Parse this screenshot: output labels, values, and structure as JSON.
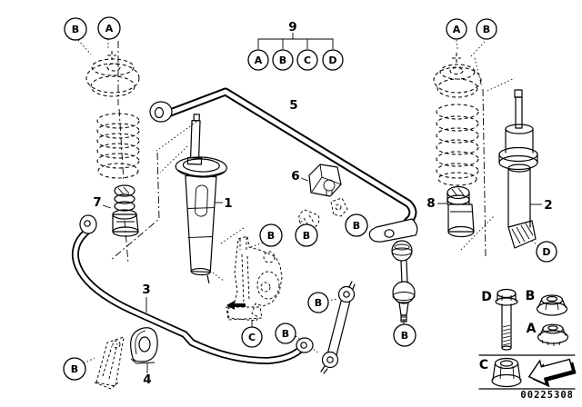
{
  "doc_number": "00225308",
  "colors": {
    "ink": "#000000",
    "paper": "#ffffff"
  },
  "part_labels": {
    "strut": "1",
    "shock": "2",
    "stab_front": "3",
    "clamp": "4",
    "stab_rear": "5",
    "bushing": "6",
    "bump_front": "7",
    "bump_rear": "8",
    "mount_kit": "9"
  },
  "callouts": {
    "tl_b": "B",
    "tl_a": "A",
    "kit_a": "A",
    "kit_b": "B",
    "kit_c": "C",
    "kit_d": "D",
    "tr_a": "A",
    "tr_b": "B",
    "knuckle_b": "B",
    "clamp_b": "B",
    "bar_end_b": "B",
    "link_b": "B",
    "eyelet_b": "B",
    "knuckle_c": "C",
    "bracket_b": "B",
    "rear_link_b": "B",
    "shock_d": "D"
  },
  "legend": {
    "bolt": "D",
    "flange_nut": "B",
    "lock_nut": "A",
    "collar_nut": "C"
  }
}
